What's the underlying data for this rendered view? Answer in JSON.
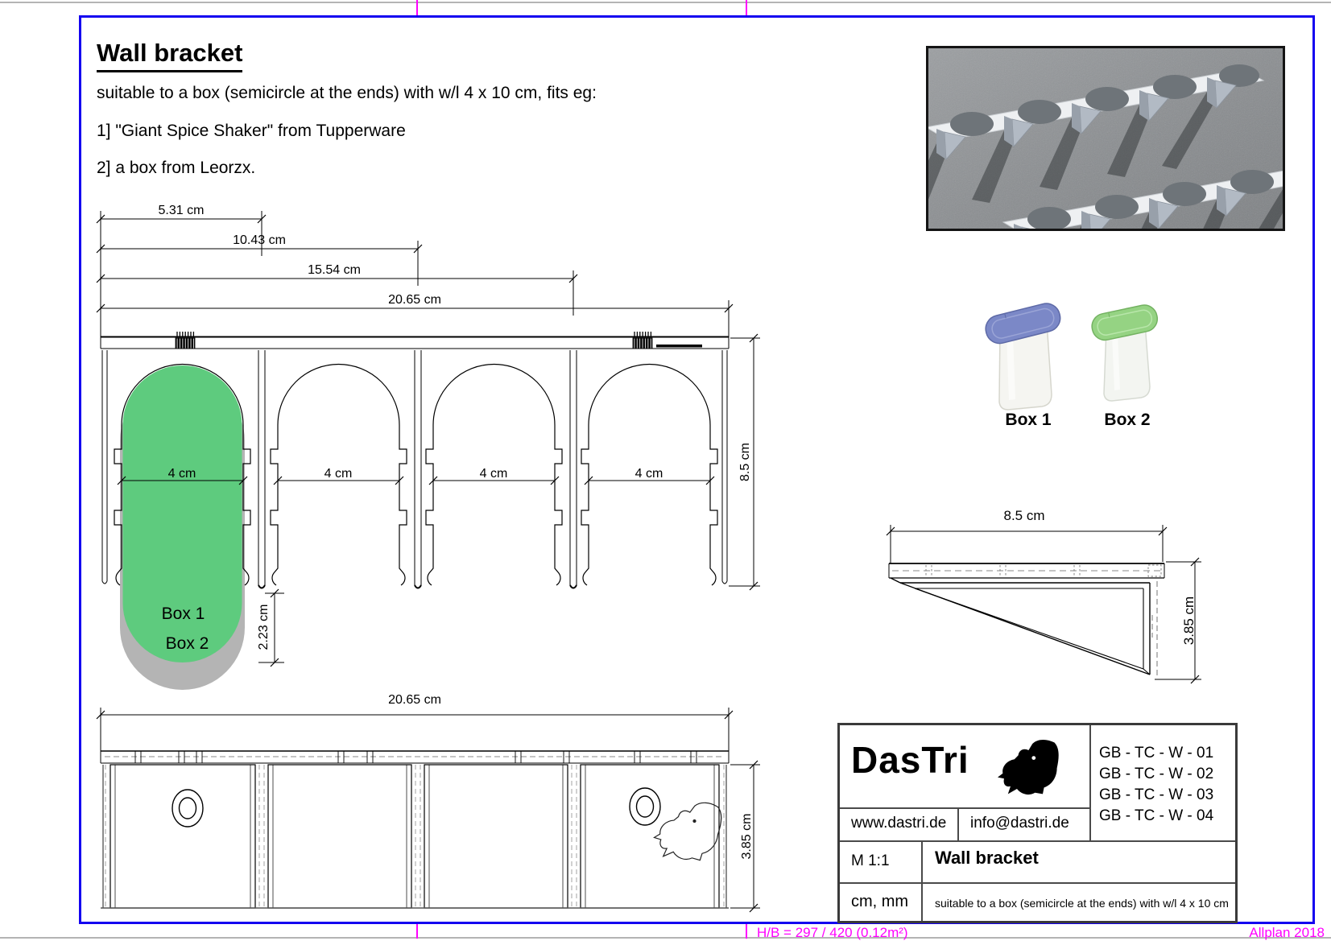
{
  "header": {
    "title": "Wall bracket",
    "subtitle": "suitable to a box (semicircle at the ends) with w/l 4 x 10 cm, fits eg:",
    "item1": "1] \"Giant Spice Shaker\" from Tupperware",
    "item2": "2] a box from Leorzx."
  },
  "front_view": {
    "dim_5": "5.31 cm",
    "dim_10": "10.43 cm",
    "dim_15": "15.54 cm",
    "dim_20": "20.65 cm",
    "slot_dims": [
      "4 cm",
      "4 cm",
      "4 cm",
      "4 cm"
    ],
    "dim_height": "8.5 cm",
    "dim_offset": "2.23 cm",
    "box1_label": "Box 1",
    "box2_label": "Box 2"
  },
  "bottom_view": {
    "dim_width": "20.65 cm",
    "dim_depth": "3.85 cm"
  },
  "side_view": {
    "dim_depth": "8.5 cm",
    "dim_height": "3.85 cm"
  },
  "products": {
    "box1_label": "Box 1",
    "box2_label": "Box 2"
  },
  "title_block": {
    "company": "DasTri",
    "codes": [
      "GB - TC - W - 01",
      "GB - TC - W - 02",
      "GB - TC - W - 03",
      "GB - TC - W - 04"
    ],
    "website": "www.dastri.de",
    "email": "info@dastri.de",
    "scale": "M 1:1",
    "drawing_title": "Wall bracket",
    "units": "cm, mm",
    "description": "suitable to a box (semicircle at the ends) with w/l 4 x 10 cm"
  },
  "status_bar": {
    "left": "H/B = 297 / 420 (0.12m²)",
    "right": "Allplan 2018"
  },
  "colors": {
    "frame_blue": "#1402f0",
    "magenta": "#ff00ff",
    "capsule_green": "#5ecb7e",
    "capsule_gray": "#b4b4b4",
    "lid_blue": "#7b88c7",
    "lid_green": "#95d383"
  }
}
